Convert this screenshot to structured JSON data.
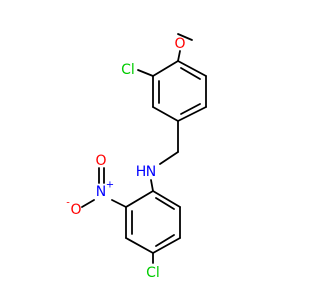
{
  "molecule": {
    "atoms": {
      "cl_top": {
        "text": "Cl",
        "color": "#00cc00"
      },
      "o_methoxy": {
        "text": "O",
        "color": "#ff0000"
      },
      "n_amine": {
        "text": "N",
        "color": "#0000ff"
      },
      "h_amine": {
        "text": "H",
        "color": "#0000ff"
      },
      "n_nitro": {
        "text": "N",
        "color": "#0000ff"
      },
      "n_nitro_charge": {
        "text": "+",
        "color": "#0000ff"
      },
      "o_nitro_top": {
        "text": "O",
        "color": "#ff0000"
      },
      "o_nitro_left": {
        "text": "O",
        "color": "#ff0000"
      },
      "o_nitro_charge": {
        "text": "-",
        "color": "#ff0000"
      },
      "cl_bottom": {
        "text": "Cl",
        "color": "#00cc00"
      }
    },
    "bond_color": "#000000"
  }
}
